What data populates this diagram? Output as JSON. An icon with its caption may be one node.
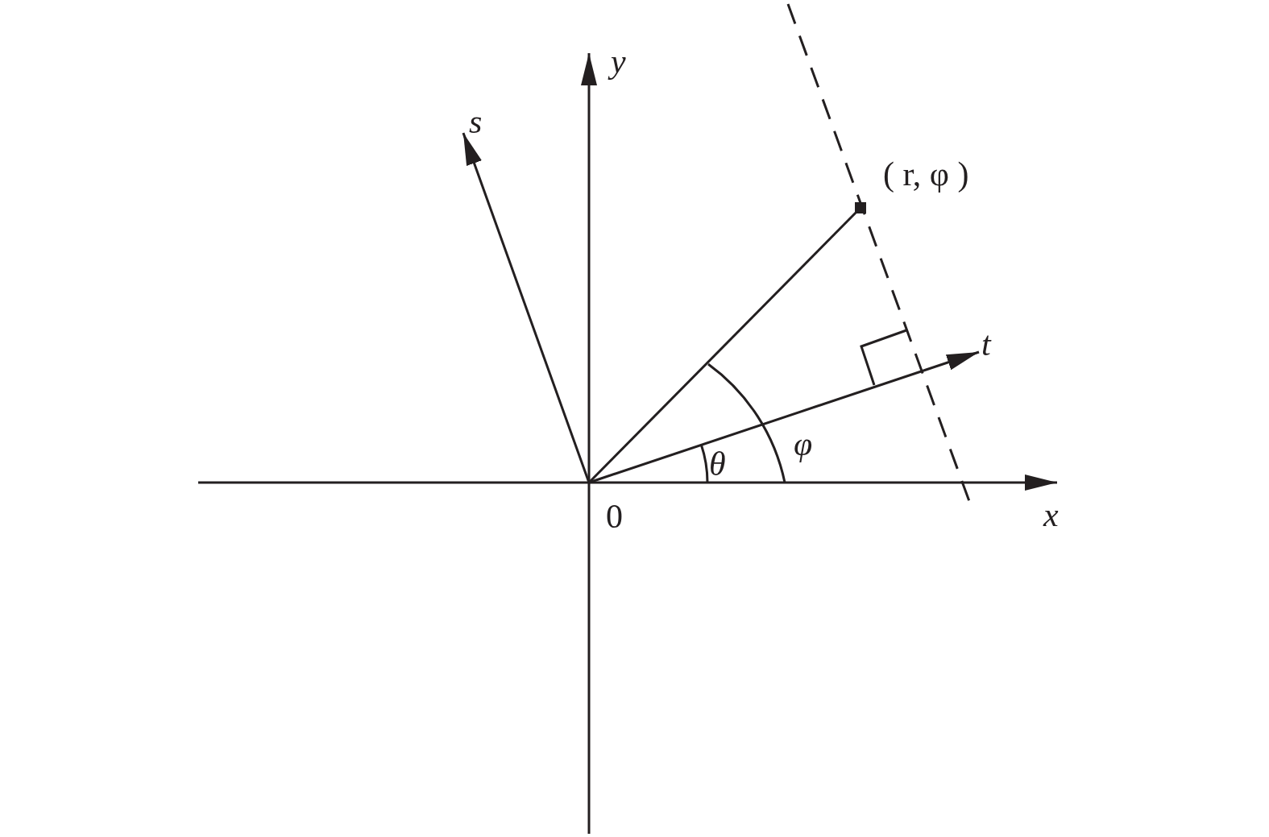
{
  "diagram": {
    "labels": [
      "y",
      "s",
      "( r, φ )",
      "t",
      "θ",
      "φ",
      "0",
      "x"
    ]
  }
}
